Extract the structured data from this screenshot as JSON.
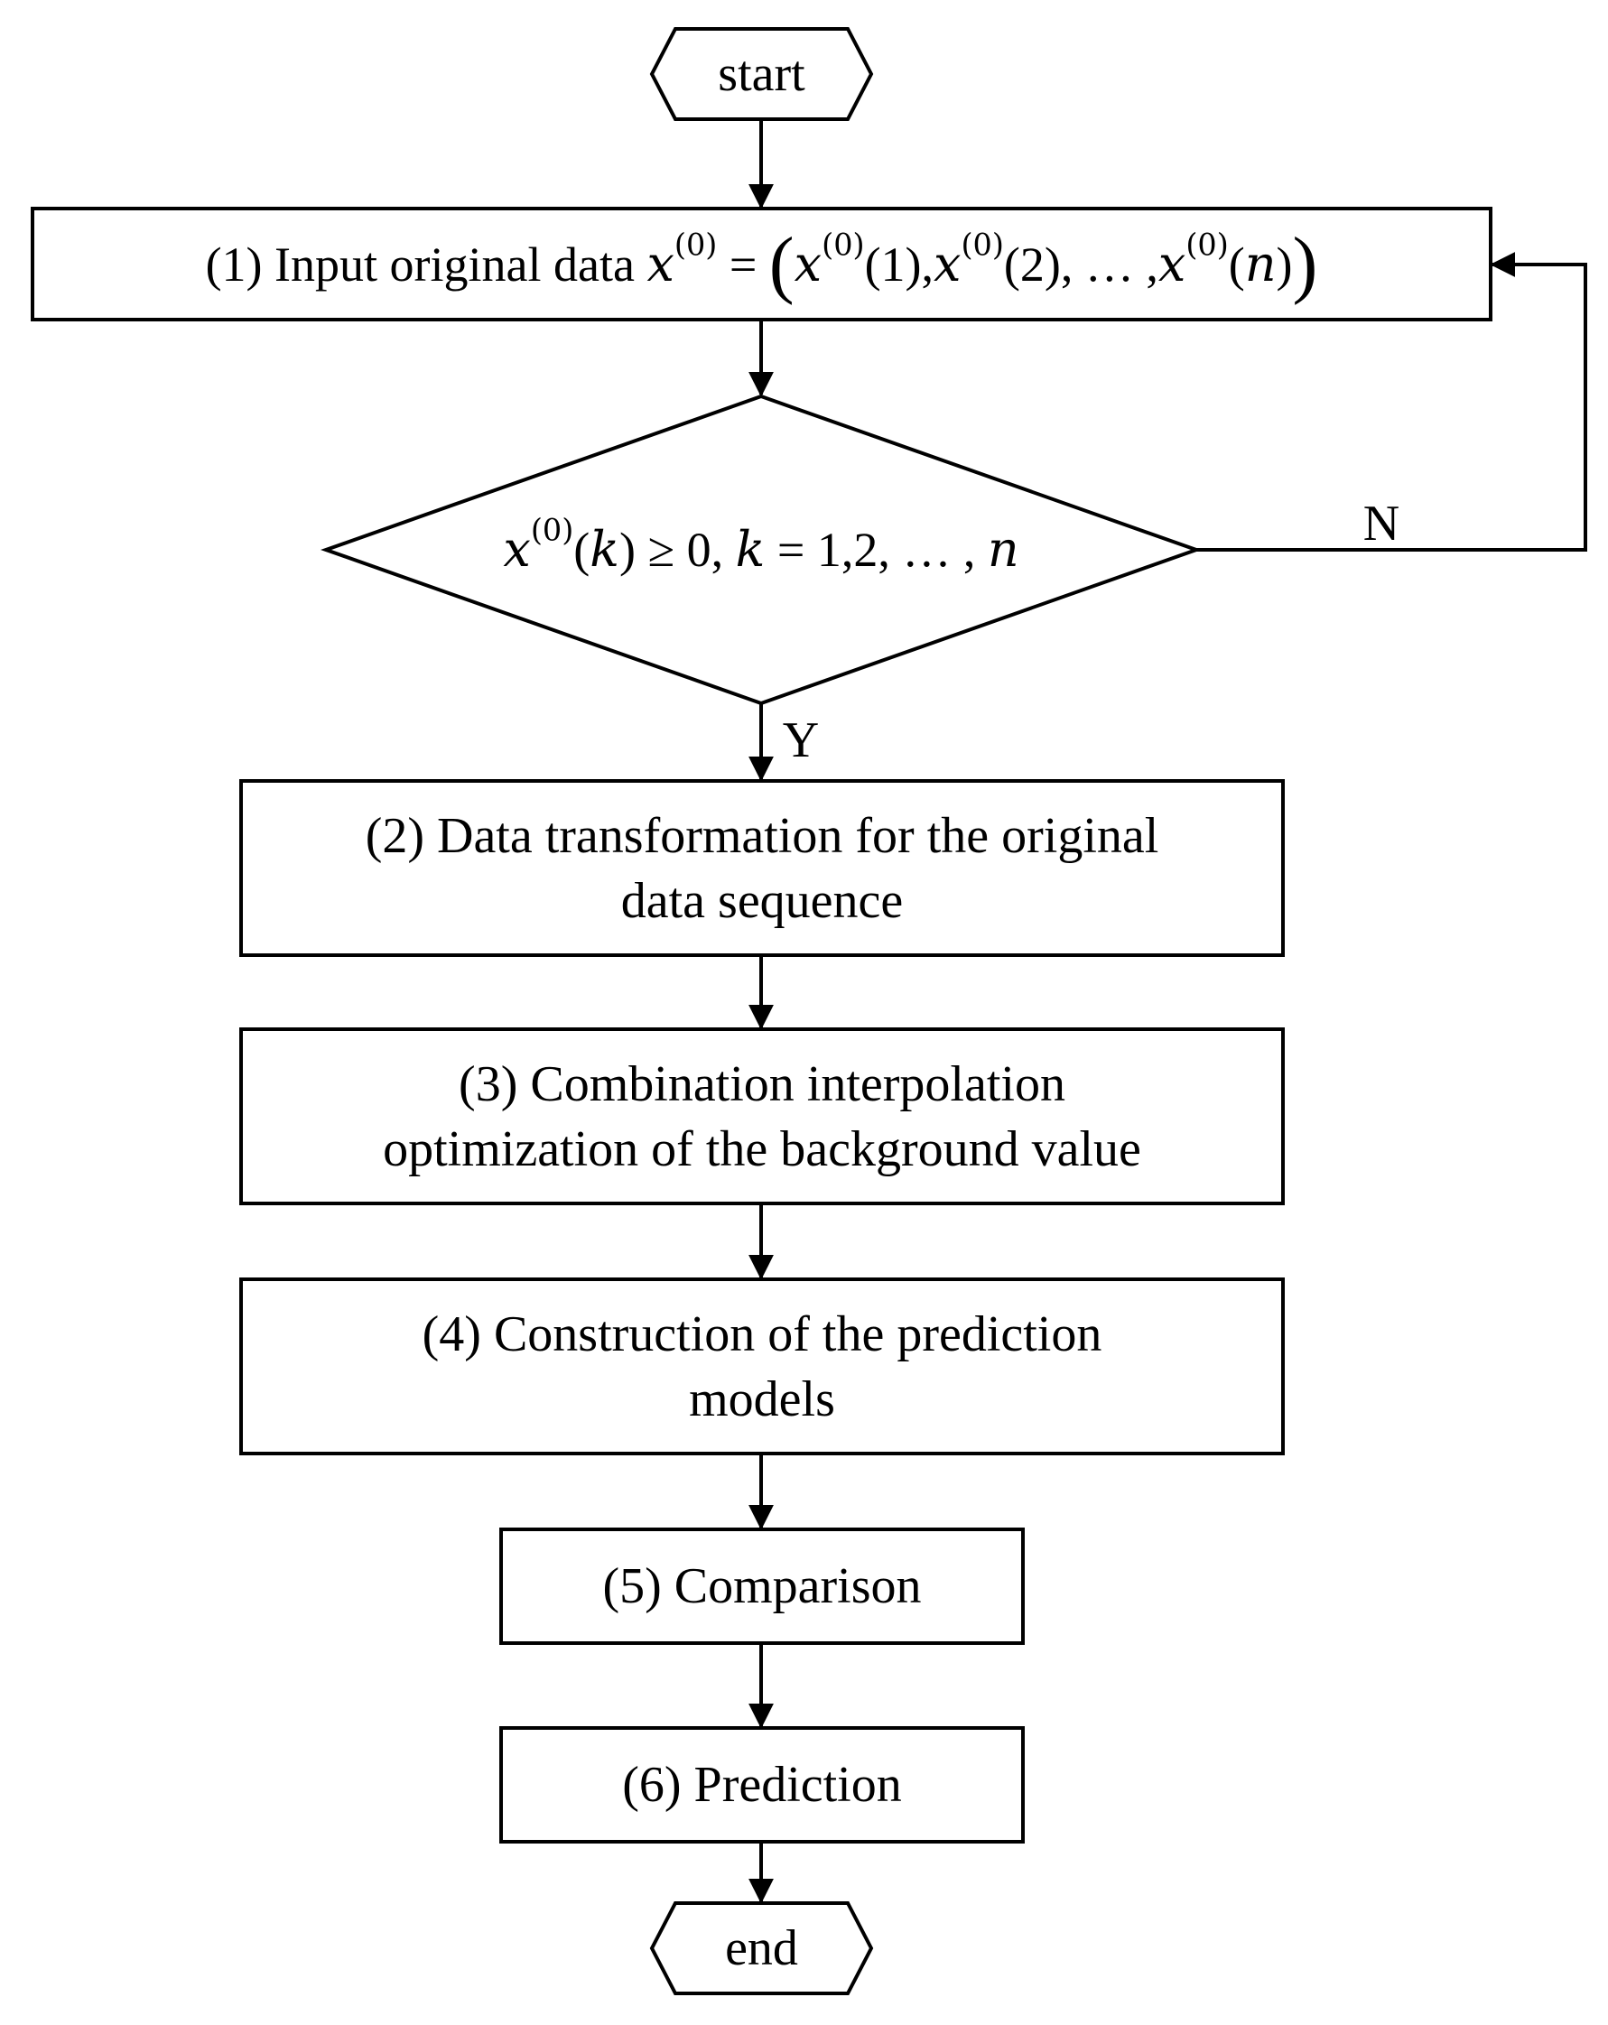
{
  "start": "start",
  "end": "end",
  "step1": {
    "text": "(1) Input original data",
    "var": "x",
    "sup": "(0)",
    "eq": "=",
    "lparen": "(",
    "rparen": ")",
    "t1": "(1),",
    "t2": "(2), … ,",
    "t3": "(",
    "n": "n",
    "t4": ")"
  },
  "decision": {
    "var": "x",
    "sup": "(0)",
    "p1": "(",
    "k1": "k",
    "p2": ") ≥ 0,",
    "k2": "k",
    "p3": "= 1,2, … ,",
    "n": "n",
    "yes": "Y",
    "no": "N"
  },
  "step2": [
    "(2) Data transformation for the original",
    "data sequence"
  ],
  "step3": [
    "(3) Combination interpolation",
    "optimization of the background value"
  ],
  "step4": [
    "(4) Construction of the prediction",
    "models"
  ],
  "step5": "(5) Comparison",
  "step6": "(6) Prediction"
}
